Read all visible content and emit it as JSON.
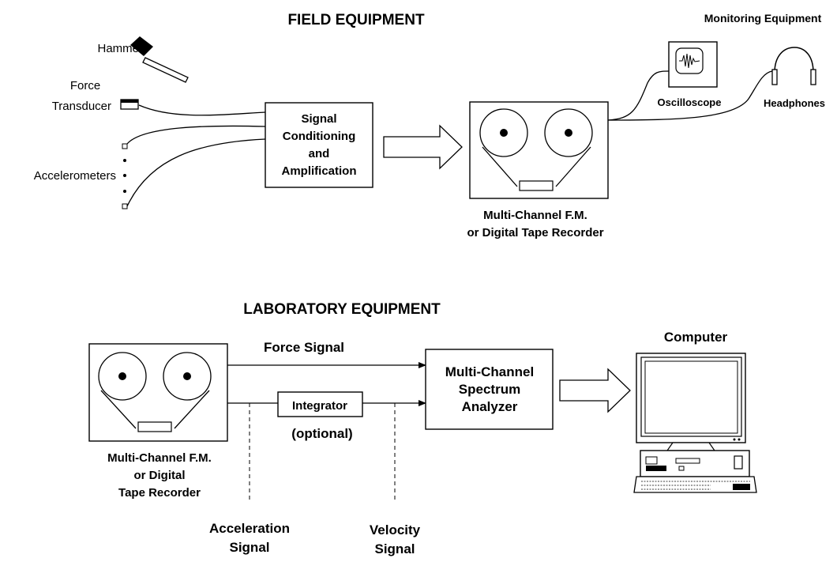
{
  "field": {
    "title": "FIELD EQUIPMENT",
    "hammer": "Hammer",
    "force_transducer": [
      "Force",
      "Transducer"
    ],
    "accelerometers": "Accelerometers",
    "signal_conditioning": [
      "Signal",
      "Conditioning",
      "and",
      "Amplification"
    ],
    "recorder_caption": [
      "Multi-Channel F.M.",
      "or Digital Tape Recorder"
    ],
    "monitoring_title": "Monitoring Equipment",
    "oscilloscope": "Oscilloscope",
    "headphones": "Headphones"
  },
  "lab": {
    "title": "LABORATORY EQUIPMENT",
    "force_signal": "Force Signal",
    "integrator": "Integrator",
    "optional": "(optional)",
    "analyzer": [
      "Multi-Channel",
      "Spectrum",
      "Analyzer"
    ],
    "computer": "Computer",
    "recorder_caption": [
      "Multi-Channel F.M.",
      "or Digital",
      "Tape Recorder"
    ],
    "acceleration_signal": [
      "Acceleration",
      "Signal"
    ],
    "velocity_signal": [
      "Velocity",
      "Signal"
    ]
  }
}
